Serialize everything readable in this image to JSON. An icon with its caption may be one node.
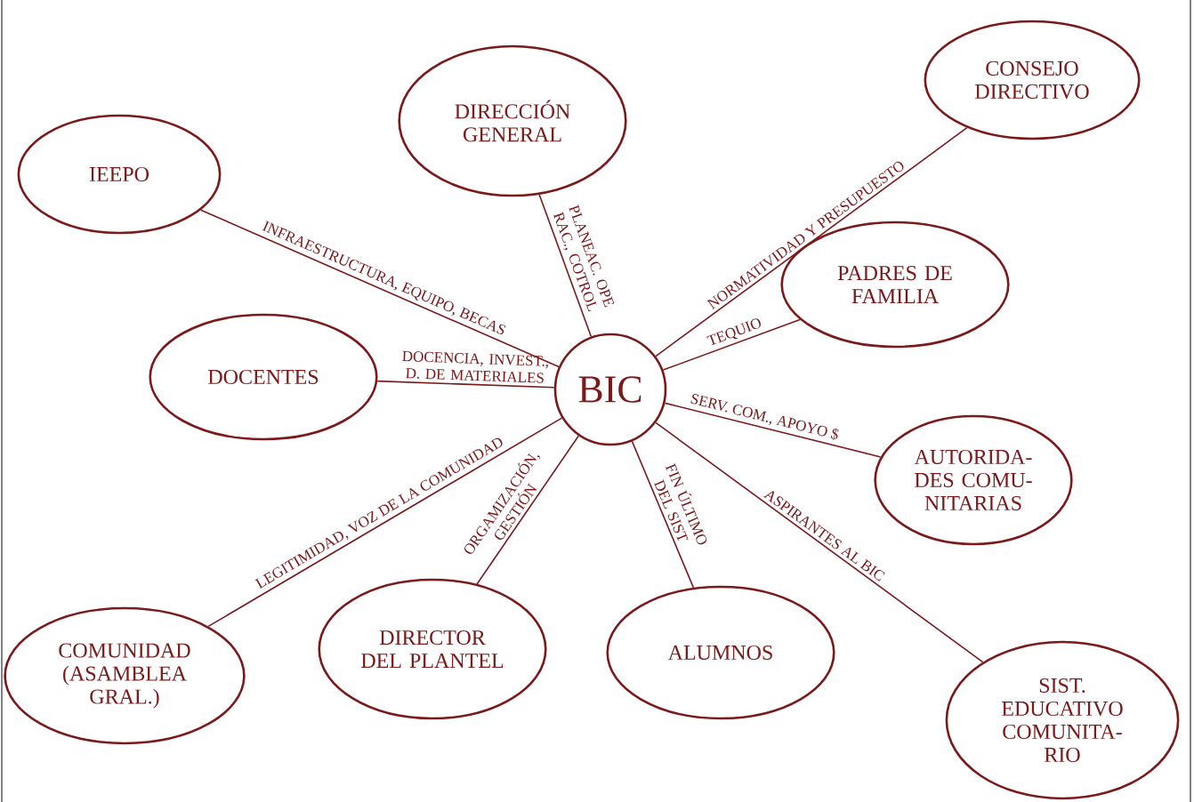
{
  "diagram": {
    "nodes": [
      {
        "text": [
          "BIC"
        ]
      },
      {
        "text": [
          "IEEPO"
        ]
      },
      {
        "text": [
          "DIRECCIÓN GENERAL"
        ]
      },
      {
        "text": [
          "CONSEJO DIRECTIVO"
        ]
      },
      {
        "text": [
          "PADRES DE FAMILIA"
        ]
      },
      {
        "text": [
          "DOCENTES"
        ]
      },
      {
        "text": [
          "AUTORIDA- DES COMU- NITARIAS"
        ]
      },
      {
        "text": [
          "COMUNIDAD (ASAMBLEA GRAL.)"
        ]
      },
      {
        "text": [
          "DIRECTOR DEL PLANTEL"
        ]
      },
      {
        "text": [
          "ALUMNOS"
        ]
      },
      {
        "text": [
          "SIST. EDUCATIVO COMUNITA- RIO"
        ]
      }
    ],
    "edges": [
      {
        "from": 0,
        "to": 1,
        "arrow": "none",
        "label": "INFRAESTRUCTURA, EQUIPO, BECAS"
      },
      {
        "from": 0,
        "to": 2,
        "arrow": "none",
        "label": "PLANEAC. OPE RAC., COTROL"
      },
      {
        "from": 0,
        "to": 3,
        "arrow": "none",
        "label": "NORMATIVIDAD Y PRESUPUESTO"
      },
      {
        "from": 0,
        "to": 4,
        "arrow": "none",
        "label": "TEQUIO"
      },
      {
        "from": 0,
        "to": 5,
        "arrow": "none",
        "label": "DOCENCIA, INVEST., D. DE MATERIALES"
      },
      {
        "from": 0,
        "to": 6,
        "arrow": "none",
        "label": "SERV. COM., APOYO $"
      },
      {
        "from": 0,
        "to": 7,
        "arrow": "none",
        "label": "LEGITIMIDAD, VOZ DE LA COMUNIDAD"
      },
      {
        "from": 0,
        "to": 8,
        "arrow": "none",
        "label": "ORGAMIZACIÓN, GESTIÓN"
      },
      {
        "from": 0,
        "to": 9,
        "arrow": "none",
        "label": "FIN ÚLTIMO DEL SIST"
      },
      {
        "from": 0,
        "to": 10,
        "arrow": "none",
        "label": "ASPIRANTES AL BIC"
      }
    ]
  }
}
